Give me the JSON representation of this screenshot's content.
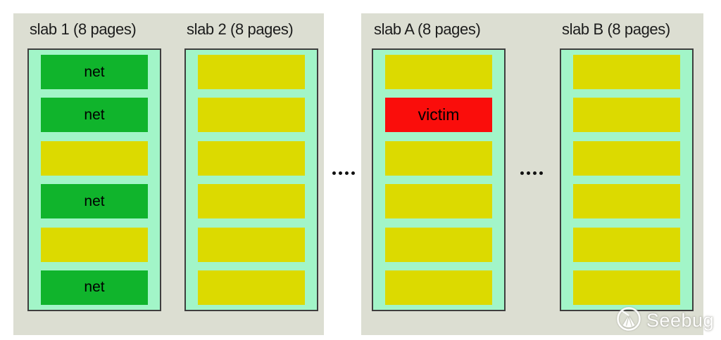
{
  "diagram": {
    "slab_groups": [
      {
        "title": "slab 1 (8 pages)",
        "panel": "left",
        "rows": [
          "net",
          "net",
          "free",
          "net",
          "free",
          "net"
        ]
      },
      {
        "title": "slab 2 (8 pages)",
        "panel": "left",
        "rows": [
          "free",
          "free",
          "free",
          "free",
          "free",
          "free"
        ]
      },
      {
        "title": "slab A (8 pages)",
        "panel": "right",
        "rows": [
          "free",
          "victim",
          "free",
          "free",
          "free",
          "free"
        ]
      },
      {
        "title": "slab B (8 pages)",
        "panel": "right",
        "rows": [
          "free",
          "free",
          "free",
          "free",
          "free",
          "free"
        ]
      }
    ],
    "row_labels": {
      "net": "net",
      "victim": "victim",
      "free": ""
    },
    "separators": {
      "between_panels": "....",
      "between_right_slabs": "...."
    },
    "colors": {
      "panel_bg": "#dcded2",
      "slab_bg": "#a2f5c8",
      "slab_border": "#3e3e3e",
      "net": "#10b42c",
      "free": "#dcda00",
      "victim": "#fa0d0b",
      "dots": "#111111"
    },
    "watermark": {
      "text": "Seebug",
      "icon": "seebug-dial-logo"
    }
  }
}
